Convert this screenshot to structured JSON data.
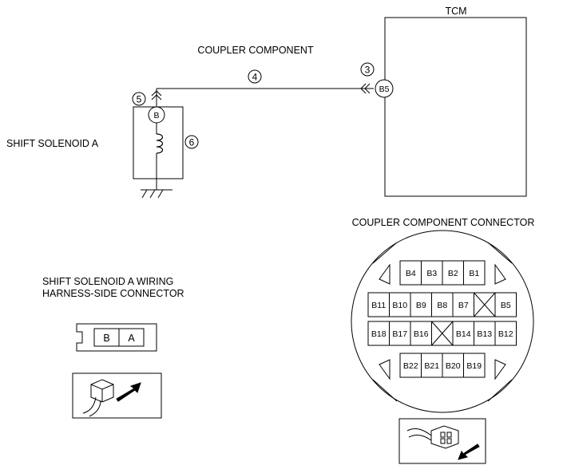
{
  "labels": {
    "tcm": "TCM",
    "coupler_component": "COUPLER COMPONENT",
    "shift_solenoid": "SHIFT SOLENOID A",
    "coupler_connector": "COUPLER COMPONENT CONNECTOR",
    "harness_line1": "SHIFT SOLENOID A WIRING",
    "harness_line2": "HARNESS-SIDE CONNECTOR"
  },
  "callouts": {
    "n3": "3",
    "n4": "4",
    "n5": "5",
    "n6": "6"
  },
  "terminals": {
    "solenoid": "B",
    "tcm": "B5"
  },
  "solenoid_connector_pins": [
    "B",
    "A"
  ],
  "coupler_connector_pins": {
    "row1": [
      "B4",
      "B3",
      "B2",
      "B1"
    ],
    "row2": [
      "B11",
      "B10",
      "B9",
      "B8",
      "B7",
      "",
      "B5"
    ],
    "row3": [
      "B18",
      "B17",
      "B16",
      "",
      "B14",
      "B13",
      "B12"
    ],
    "row4": [
      "B22",
      "B21",
      "B20",
      "B19"
    ]
  }
}
